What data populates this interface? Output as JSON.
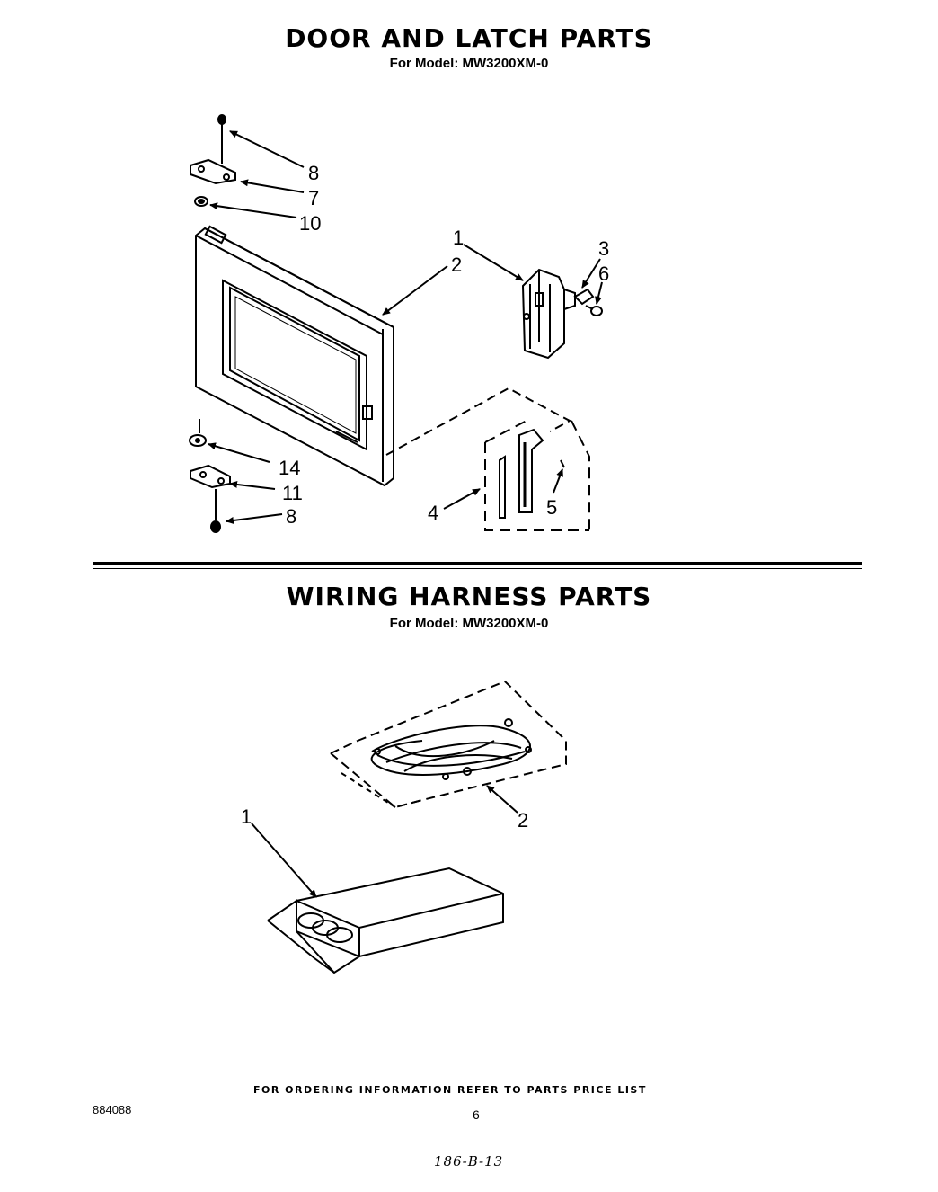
{
  "section1": {
    "title": "DOOR AND LATCH PARTS",
    "subtitle": "For Model: MW3200XM-0",
    "callouts": [
      "8",
      "7",
      "10",
      "1",
      "2",
      "3",
      "6",
      "14",
      "11",
      "8",
      "4",
      "5"
    ]
  },
  "section2": {
    "title": "WIRING HARNESS PARTS",
    "subtitle": "For Model: MW3200XM-0",
    "callouts": [
      "2",
      "1"
    ]
  },
  "footer": {
    "ordering_note": "FOR ORDERING INFORMATION REFER TO PARTS PRICE LIST",
    "doc_code": "884088",
    "page_number": "6",
    "handwritten_mark": "186-B-13"
  }
}
